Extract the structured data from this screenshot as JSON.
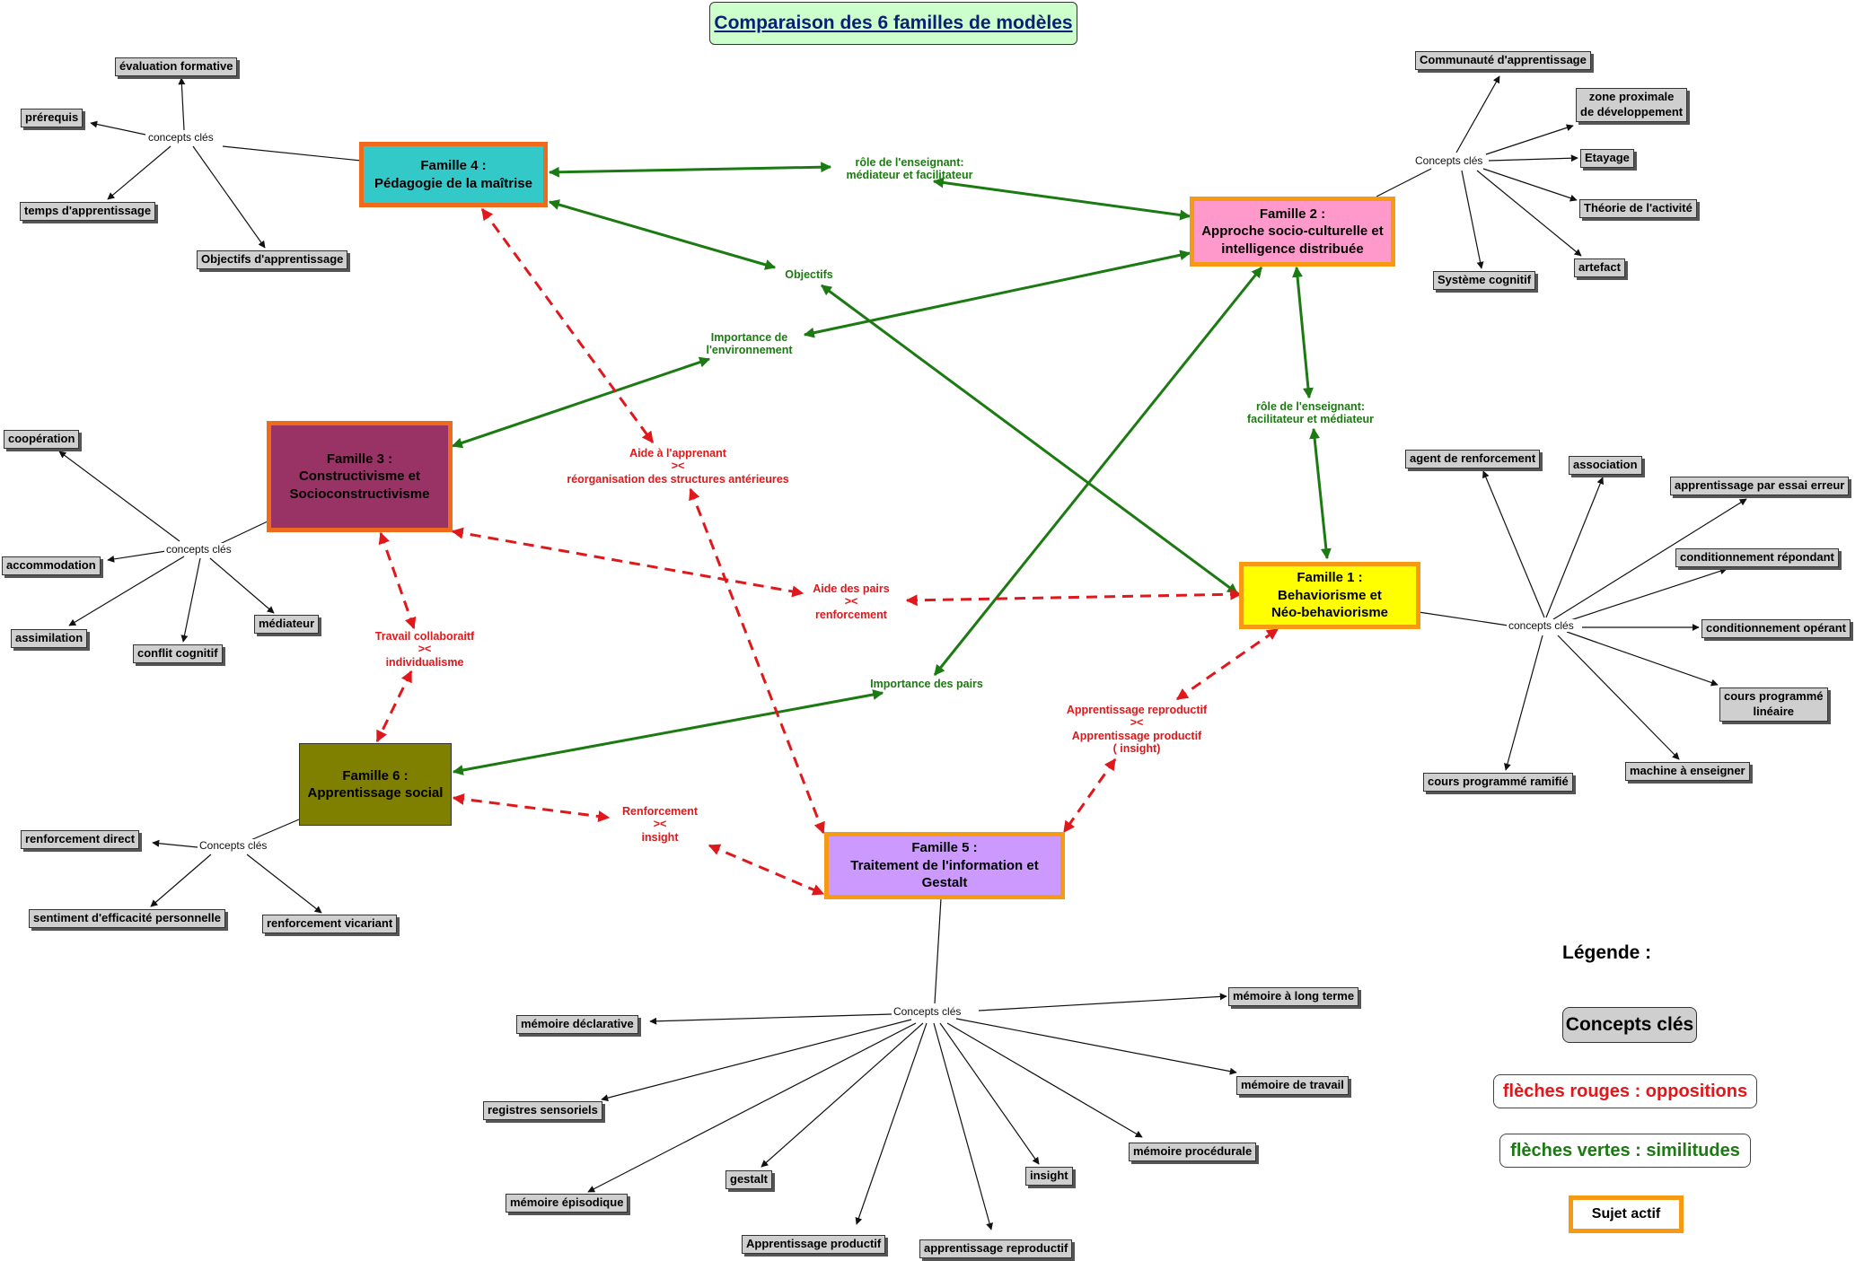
{
  "title": "Comparaison des 6 familles de modèles",
  "colors": {
    "green_arrow": "#1c7a12",
    "red_arrow": "#e0171b",
    "concept_fill": "#cfcfcf",
    "active_border": "#f59a12",
    "family4_fill": "#33c9c9",
    "family2_fill": "#ff99cc",
    "family3_fill": "#993366",
    "family1_fill": "#ffff00",
    "family6_fill": "#808000",
    "family5_fill": "#cc99ff"
  },
  "families": {
    "f1": "Famille 1 :\nBehaviorisme et\nNéo-behaviorisme",
    "f2": "Famille 2 :\nApproche socio-culturelle et\nintelligence distribuée",
    "f3": "Famille 3 :\nConstructivisme et\nSocioconstructivisme",
    "f4": "Famille 4 :\nPédagogie de la maîtrise",
    "f5": "Famille 5 :\nTraitement de l'information et\nGestalt",
    "f6": "Famille 6 :\nApprentissage social"
  },
  "hubs": {
    "f4": "concepts clés",
    "f2": "Concepts clés",
    "f3": "concepts clés",
    "f1": "concepts clés",
    "f6": "Concepts clés",
    "f5": "Concepts clés"
  },
  "concepts": {
    "f4": [
      "évaluation formative",
      "prérequis",
      "temps d'apprentissage",
      "Objectifs d'apprentissage"
    ],
    "f2": [
      "Communauté d'apprentissage",
      "zone proximale\nde développement",
      "Etayage",
      "Théorie de l'activité",
      "artefact",
      "Système cognitif"
    ],
    "f3": [
      "coopération",
      "accommodation",
      "assimilation",
      "conflit cognitif",
      "médiateur"
    ],
    "f1": [
      "agent de renforcement",
      "association",
      "apprentissage par essai erreur",
      "conditionnement répondant",
      "conditionnement opérant",
      "cours programmé\nlinéaire",
      "machine à enseigner",
      "cours programmé ramifié"
    ],
    "f6": [
      "renforcement direct",
      "sentiment d'efficacité personnelle",
      "renforcement vicariant"
    ],
    "f5": [
      "mémoire déclarative",
      "registres sensoriels",
      "mémoire épisodique",
      "gestalt",
      "Apprentissage productif",
      "apprentissage reproductif",
      "insight",
      "mémoire procédurale",
      "mémoire de travail",
      "mémoire à long terme"
    ]
  },
  "links": {
    "green_role_42": "rôle de l'enseignant:\nmédiateur et facilitateur",
    "green_objectifs": "Objectifs",
    "green_environnement": "Importance de\nl'environnement",
    "green_role_21": "rôle de l'enseignant:\nfacilitateur et médiateur",
    "green_pairs": "Importance des pairs",
    "red_aide_apprenant": "Aide à l'apprenant\n><\nréorganisation des structures antérieures",
    "red_aide_pairs": "Aide des pairs\n><\nrenforcement",
    "red_travail": "Travail collaboraitf\n><\nindividualisme",
    "red_renforcement": "Renforcement\n><\ninsight",
    "red_apprentissage": "Apprentissage reproductif\n><\nApprentissage productif\n( insight)"
  },
  "legend": {
    "title": "Légende :",
    "concepts": "Concepts clés",
    "red": "flèches rouges : oppositions",
    "green": "flèches vertes : similitudes",
    "active": "Sujet actif"
  }
}
